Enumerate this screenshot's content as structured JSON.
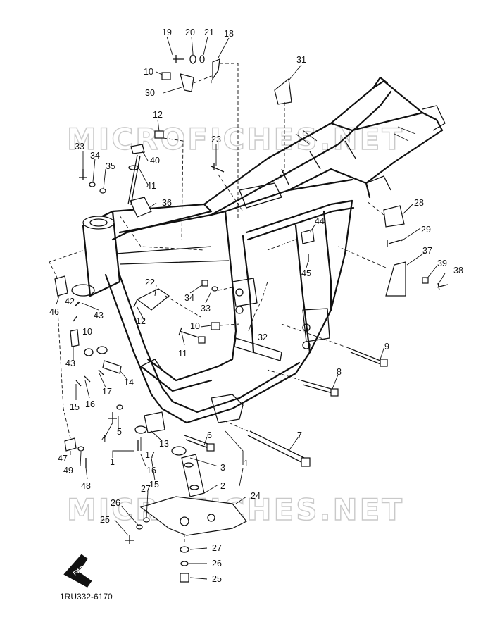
{
  "watermarks": [
    "MICROFICHES.NET",
    "MICROFICHES.NET"
  ],
  "drawing_code": "1RU332-6170",
  "forward_label": "FWD",
  "callouts": [
    {
      "id": "c19",
      "text": "19"
    },
    {
      "id": "c20",
      "text": "20"
    },
    {
      "id": "c21",
      "text": "21"
    },
    {
      "id": "c18",
      "text": "18"
    },
    {
      "id": "c10a",
      "text": "10"
    },
    {
      "id": "c30",
      "text": "30"
    },
    {
      "id": "c31",
      "text": "31"
    },
    {
      "id": "c12a",
      "text": "12"
    },
    {
      "id": "c23",
      "text": "23"
    },
    {
      "id": "c33a",
      "text": "33"
    },
    {
      "id": "c34a",
      "text": "34"
    },
    {
      "id": "c35",
      "text": "35"
    },
    {
      "id": "c40",
      "text": "40"
    },
    {
      "id": "c41",
      "text": "41"
    },
    {
      "id": "c36",
      "text": "36"
    },
    {
      "id": "c28",
      "text": "28"
    },
    {
      "id": "c29",
      "text": "29"
    },
    {
      "id": "c44",
      "text": "44"
    },
    {
      "id": "c45",
      "text": "45"
    },
    {
      "id": "c37",
      "text": "37"
    },
    {
      "id": "c39",
      "text": "39"
    },
    {
      "id": "c38",
      "text": "38"
    },
    {
      "id": "c22",
      "text": "22"
    },
    {
      "id": "c34b",
      "text": "34"
    },
    {
      "id": "c33b",
      "text": "33"
    },
    {
      "id": "c46",
      "text": "46"
    },
    {
      "id": "c42",
      "text": "42"
    },
    {
      "id": "c43a",
      "text": "43"
    },
    {
      "id": "c12b",
      "text": "12"
    },
    {
      "id": "c10b",
      "text": "10"
    },
    {
      "id": "c32",
      "text": "32"
    },
    {
      "id": "c10c",
      "text": "10"
    },
    {
      "id": "c11",
      "text": "11"
    },
    {
      "id": "c9",
      "text": "9"
    },
    {
      "id": "c43b",
      "text": "43"
    },
    {
      "id": "c14",
      "text": "14"
    },
    {
      "id": "c15a",
      "text": "15"
    },
    {
      "id": "c16a",
      "text": "16"
    },
    {
      "id": "c17a",
      "text": "17"
    },
    {
      "id": "c8",
      "text": "8"
    },
    {
      "id": "c5",
      "text": "5"
    },
    {
      "id": "c4",
      "text": "4"
    },
    {
      "id": "c13",
      "text": "13"
    },
    {
      "id": "c17b",
      "text": "17"
    },
    {
      "id": "c6",
      "text": "6"
    },
    {
      "id": "c7",
      "text": "7"
    },
    {
      "id": "c1a",
      "text": "1"
    },
    {
      "id": "c3",
      "text": "3"
    },
    {
      "id": "c1b",
      "text": "1"
    },
    {
      "id": "c16b",
      "text": "16"
    },
    {
      "id": "c2",
      "text": "2"
    },
    {
      "id": "c15b",
      "text": "15"
    },
    {
      "id": "c47",
      "text": "47"
    },
    {
      "id": "c49",
      "text": "49"
    },
    {
      "id": "c48",
      "text": "48"
    },
    {
      "id": "c27a",
      "text": "27"
    },
    {
      "id": "c24",
      "text": "24"
    },
    {
      "id": "c26a",
      "text": "26"
    },
    {
      "id": "c25a",
      "text": "25"
    },
    {
      "id": "c27b",
      "text": "27"
    },
    {
      "id": "c26b",
      "text": "26"
    },
    {
      "id": "c25b",
      "text": "25"
    }
  ]
}
